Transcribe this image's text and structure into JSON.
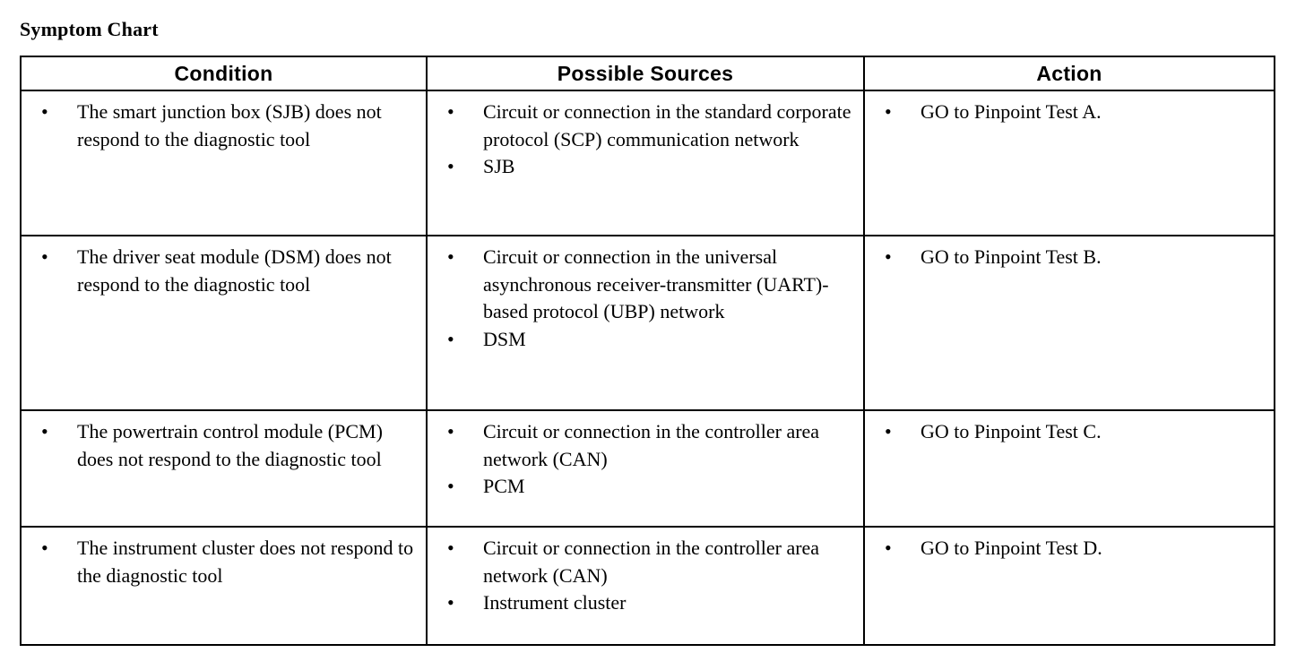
{
  "document": {
    "title": "Symptom Chart"
  },
  "table": {
    "headers": [
      {
        "label": "Condition"
      },
      {
        "label": "Possible Sources"
      },
      {
        "label": "Action"
      }
    ],
    "bullet_glyph": "•",
    "rows": [
      {
        "condition": [
          "The smart junction box (SJB) does not respond to the diagnostic tool"
        ],
        "possible_sources": [
          "Circuit or connection in the standard corporate protocol (SCP) communication network",
          "SJB"
        ],
        "action": [
          "GO to Pinpoint Test A."
        ]
      },
      {
        "condition": [
          "The driver seat module (DSM) does not respond to the diagnostic tool"
        ],
        "possible_sources": [
          "Circuit or connection in the universal asynchronous receiver-transmitter (UART)-based protocol (UBP) network",
          "DSM"
        ],
        "action": [
          "GO to Pinpoint Test B."
        ]
      },
      {
        "condition": [
          "The powertrain control module (PCM) does not respond to the diagnostic tool"
        ],
        "possible_sources": [
          "Circuit or connection in the controller area network (CAN)",
          "PCM"
        ],
        "action": [
          "GO to Pinpoint Test C."
        ]
      },
      {
        "condition": [
          "The instrument cluster does not respond to the diagnostic tool"
        ],
        "possible_sources": [
          "Circuit or connection in the controller area network (CAN)",
          "Instrument cluster"
        ],
        "action": [
          "GO to Pinpoint Test D."
        ]
      }
    ]
  },
  "colors": {
    "ink": "#000000",
    "paper": "#ffffff"
  }
}
